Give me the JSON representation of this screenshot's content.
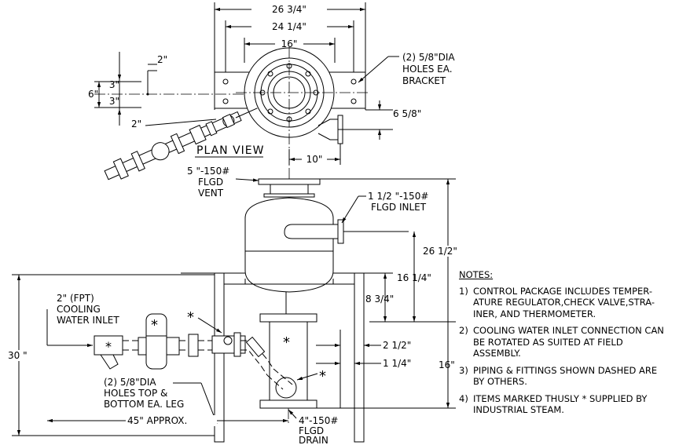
{
  "plan_view": {
    "title": "PLAN VIEW",
    "dim_overall": "26 3/4\"",
    "dim_mid": "24 1/4\"",
    "dim_inner": "16\"",
    "dim_2": "2\"",
    "dim_3a": "3\"",
    "dim_6": "6\"",
    "dim_3b": "3\"",
    "dim_2b": "2\"",
    "dim_6_5_8": "6 5/8\"",
    "dim_10": "10\"",
    "bracket_note": [
      "(2) 5/8\"DIA",
      "HOLES EA.",
      "BRACKET"
    ]
  },
  "elevation": {
    "vent_label": [
      "5 \"-150#",
      "FLGD",
      "VENT"
    ],
    "inlet_label": [
      "1 1/2 \"-150#",
      "FLGD INLET"
    ],
    "dim_26_1_2": "26 1/2\"",
    "dim_16_1_4": "16 1/4\"",
    "dim_8_3_4": "8 3/4\"",
    "dim_2_1_2": "2 1/2\"",
    "dim_1_1_4": "1 1/4\"",
    "dim_16": "16\"",
    "dim_30": "30 \"",
    "dim_45": "45\" APPROX.",
    "cooling_label": [
      "2\" (FPT)",
      "COOLING",
      "WATER INLET"
    ],
    "leg_holes_label": [
      "(2) 5/8\"DIA",
      "HOLES TOP &",
      "BOTTOM EA. LEG"
    ],
    "drain_label": [
      "4\"-150#",
      "FLGD",
      "DRAIN"
    ],
    "asterisk": "*"
  },
  "notes": {
    "title": "NOTES:",
    "items": [
      {
        "num": "1)",
        "text": "CONTROL PACKAGE INCLUDES TEMPER- ATURE REGULATOR,CHECK VALVE,STRA- INER, AND THERMOMETER."
      },
      {
        "num": "2)",
        "text": "COOLING WATER INLET CONNECTION CAN BE ROTATED AS SUITED AT FIELD ASSEMBLY."
      },
      {
        "num": "3)",
        "text": "PIPING & FITTINGS SHOWN DASHED ARE BY OTHERS."
      },
      {
        "num": "4)",
        "text": "ITEMS MARKED THUSLY * SUPPLIED BY INDUSTRIAL STEAM."
      }
    ]
  }
}
